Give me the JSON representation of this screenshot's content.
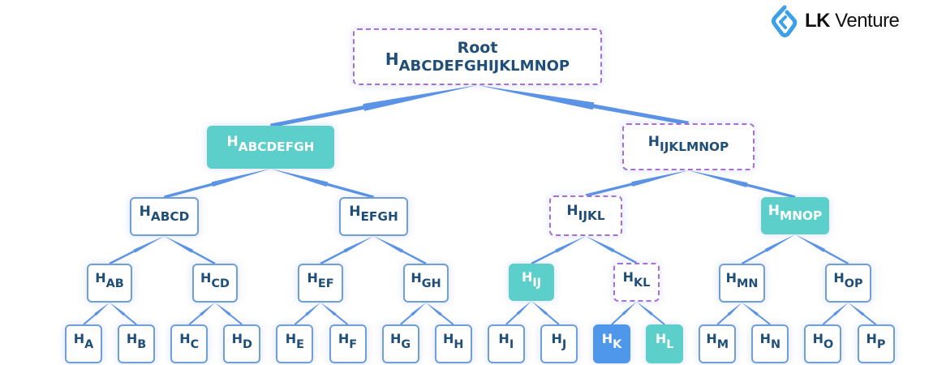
{
  "logo": {
    "brand_bold": "LK",
    "brand_rest": " Venture",
    "icon": "lk-venture-logo-icon",
    "icon_color": "#3aa0e8"
  },
  "colors": {
    "edge": "#5b93e6",
    "plain_border": "#6f9fd8",
    "dashed_border": "#a56fd6",
    "teal_fill": "#5ccfcb",
    "blue_fill": "#4f97ea",
    "text": "#1f4e79"
  },
  "tree": {
    "root": {
      "title": "Root",
      "h": "H",
      "sub": "ABCDEFGHIJKLMNOP",
      "style": "dashed"
    },
    "level1": [
      {
        "h": "H",
        "sub": "ABCDEFGH",
        "style": "teal"
      },
      {
        "h": "H",
        "sub": "IJKLMNOP",
        "style": "dashed"
      }
    ],
    "level2": [
      {
        "h": "H",
        "sub": "ABCD",
        "style": "plain"
      },
      {
        "h": "H",
        "sub": "EFGH",
        "style": "plain"
      },
      {
        "h": "H",
        "sub": "IJKL",
        "style": "dashed"
      },
      {
        "h": "H",
        "sub": "MNOP",
        "style": "teal"
      }
    ],
    "level3": [
      {
        "h": "H",
        "sub": "AB",
        "style": "plain"
      },
      {
        "h": "H",
        "sub": "CD",
        "style": "plain"
      },
      {
        "h": "H",
        "sub": "EF",
        "style": "plain"
      },
      {
        "h": "H",
        "sub": "GH",
        "style": "plain"
      },
      {
        "h": "H",
        "sub": "IJ",
        "style": "teal"
      },
      {
        "h": "H",
        "sub": "KL",
        "style": "dashed"
      },
      {
        "h": "H",
        "sub": "MN",
        "style": "plain"
      },
      {
        "h": "H",
        "sub": "OP",
        "style": "plain"
      }
    ],
    "leaves": [
      {
        "h": "H",
        "sub": "A",
        "style": "plain"
      },
      {
        "h": "H",
        "sub": "B",
        "style": "plain"
      },
      {
        "h": "H",
        "sub": "C",
        "style": "plain"
      },
      {
        "h": "H",
        "sub": "D",
        "style": "plain"
      },
      {
        "h": "H",
        "sub": "E",
        "style": "plain"
      },
      {
        "h": "H",
        "sub": "F",
        "style": "plain"
      },
      {
        "h": "H",
        "sub": "G",
        "style": "plain"
      },
      {
        "h": "H",
        "sub": "H",
        "style": "plain"
      },
      {
        "h": "H",
        "sub": "I",
        "style": "plain"
      },
      {
        "h": "H",
        "sub": "J",
        "style": "plain"
      },
      {
        "h": "H",
        "sub": "K",
        "style": "blue"
      },
      {
        "h": "H",
        "sub": "L",
        "style": "teal"
      },
      {
        "h": "H",
        "sub": "M",
        "style": "plain"
      },
      {
        "h": "H",
        "sub": "N",
        "style": "plain"
      },
      {
        "h": "H",
        "sub": "O",
        "style": "plain"
      },
      {
        "h": "H",
        "sub": "P",
        "style": "plain"
      }
    ]
  }
}
